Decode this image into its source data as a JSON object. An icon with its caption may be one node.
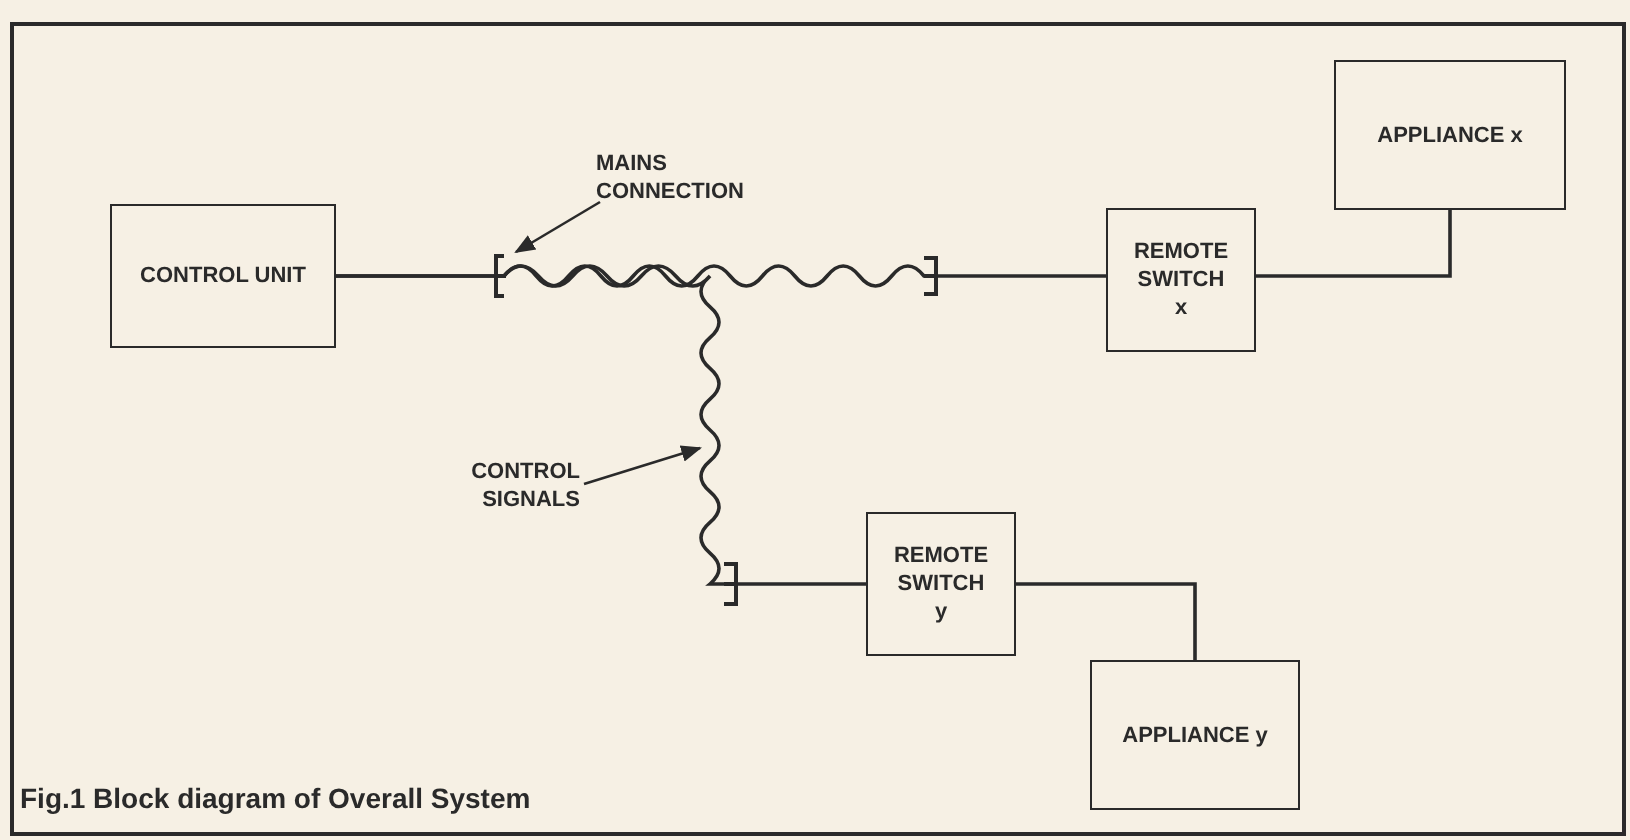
{
  "diagram": {
    "caption": "Fig.1 Block diagram of Overall System",
    "nodes": [
      {
        "text": [
          "CONTROL UNIT"
        ]
      },
      {
        "text": [
          "APPLIANCE x"
        ]
      },
      {
        "text": [
          "REMOTE SWITCH x"
        ]
      },
      {
        "text": [
          "REMOTE SWITCH y"
        ]
      },
      {
        "text": [
          "APPLIANCE y"
        ]
      },
      {
        "text": [
          "MAINS CONNECTION"
        ]
      },
      {
        "text": [
          "CONTROL SIGNALS"
        ]
      }
    ],
    "edges": [
      {
        "from": 0,
        "to": 2,
        "arrow": "none"
      },
      {
        "from": 0,
        "to": 3,
        "arrow": "none"
      },
      {
        "from": 2,
        "to": 1,
        "arrow": "none"
      },
      {
        "from": 3,
        "to": 4,
        "arrow": "none"
      },
      {
        "from": 5,
        "to": null,
        "arrow": "to"
      },
      {
        "from": 6,
        "to": null,
        "arrow": "to"
      }
    ]
  }
}
